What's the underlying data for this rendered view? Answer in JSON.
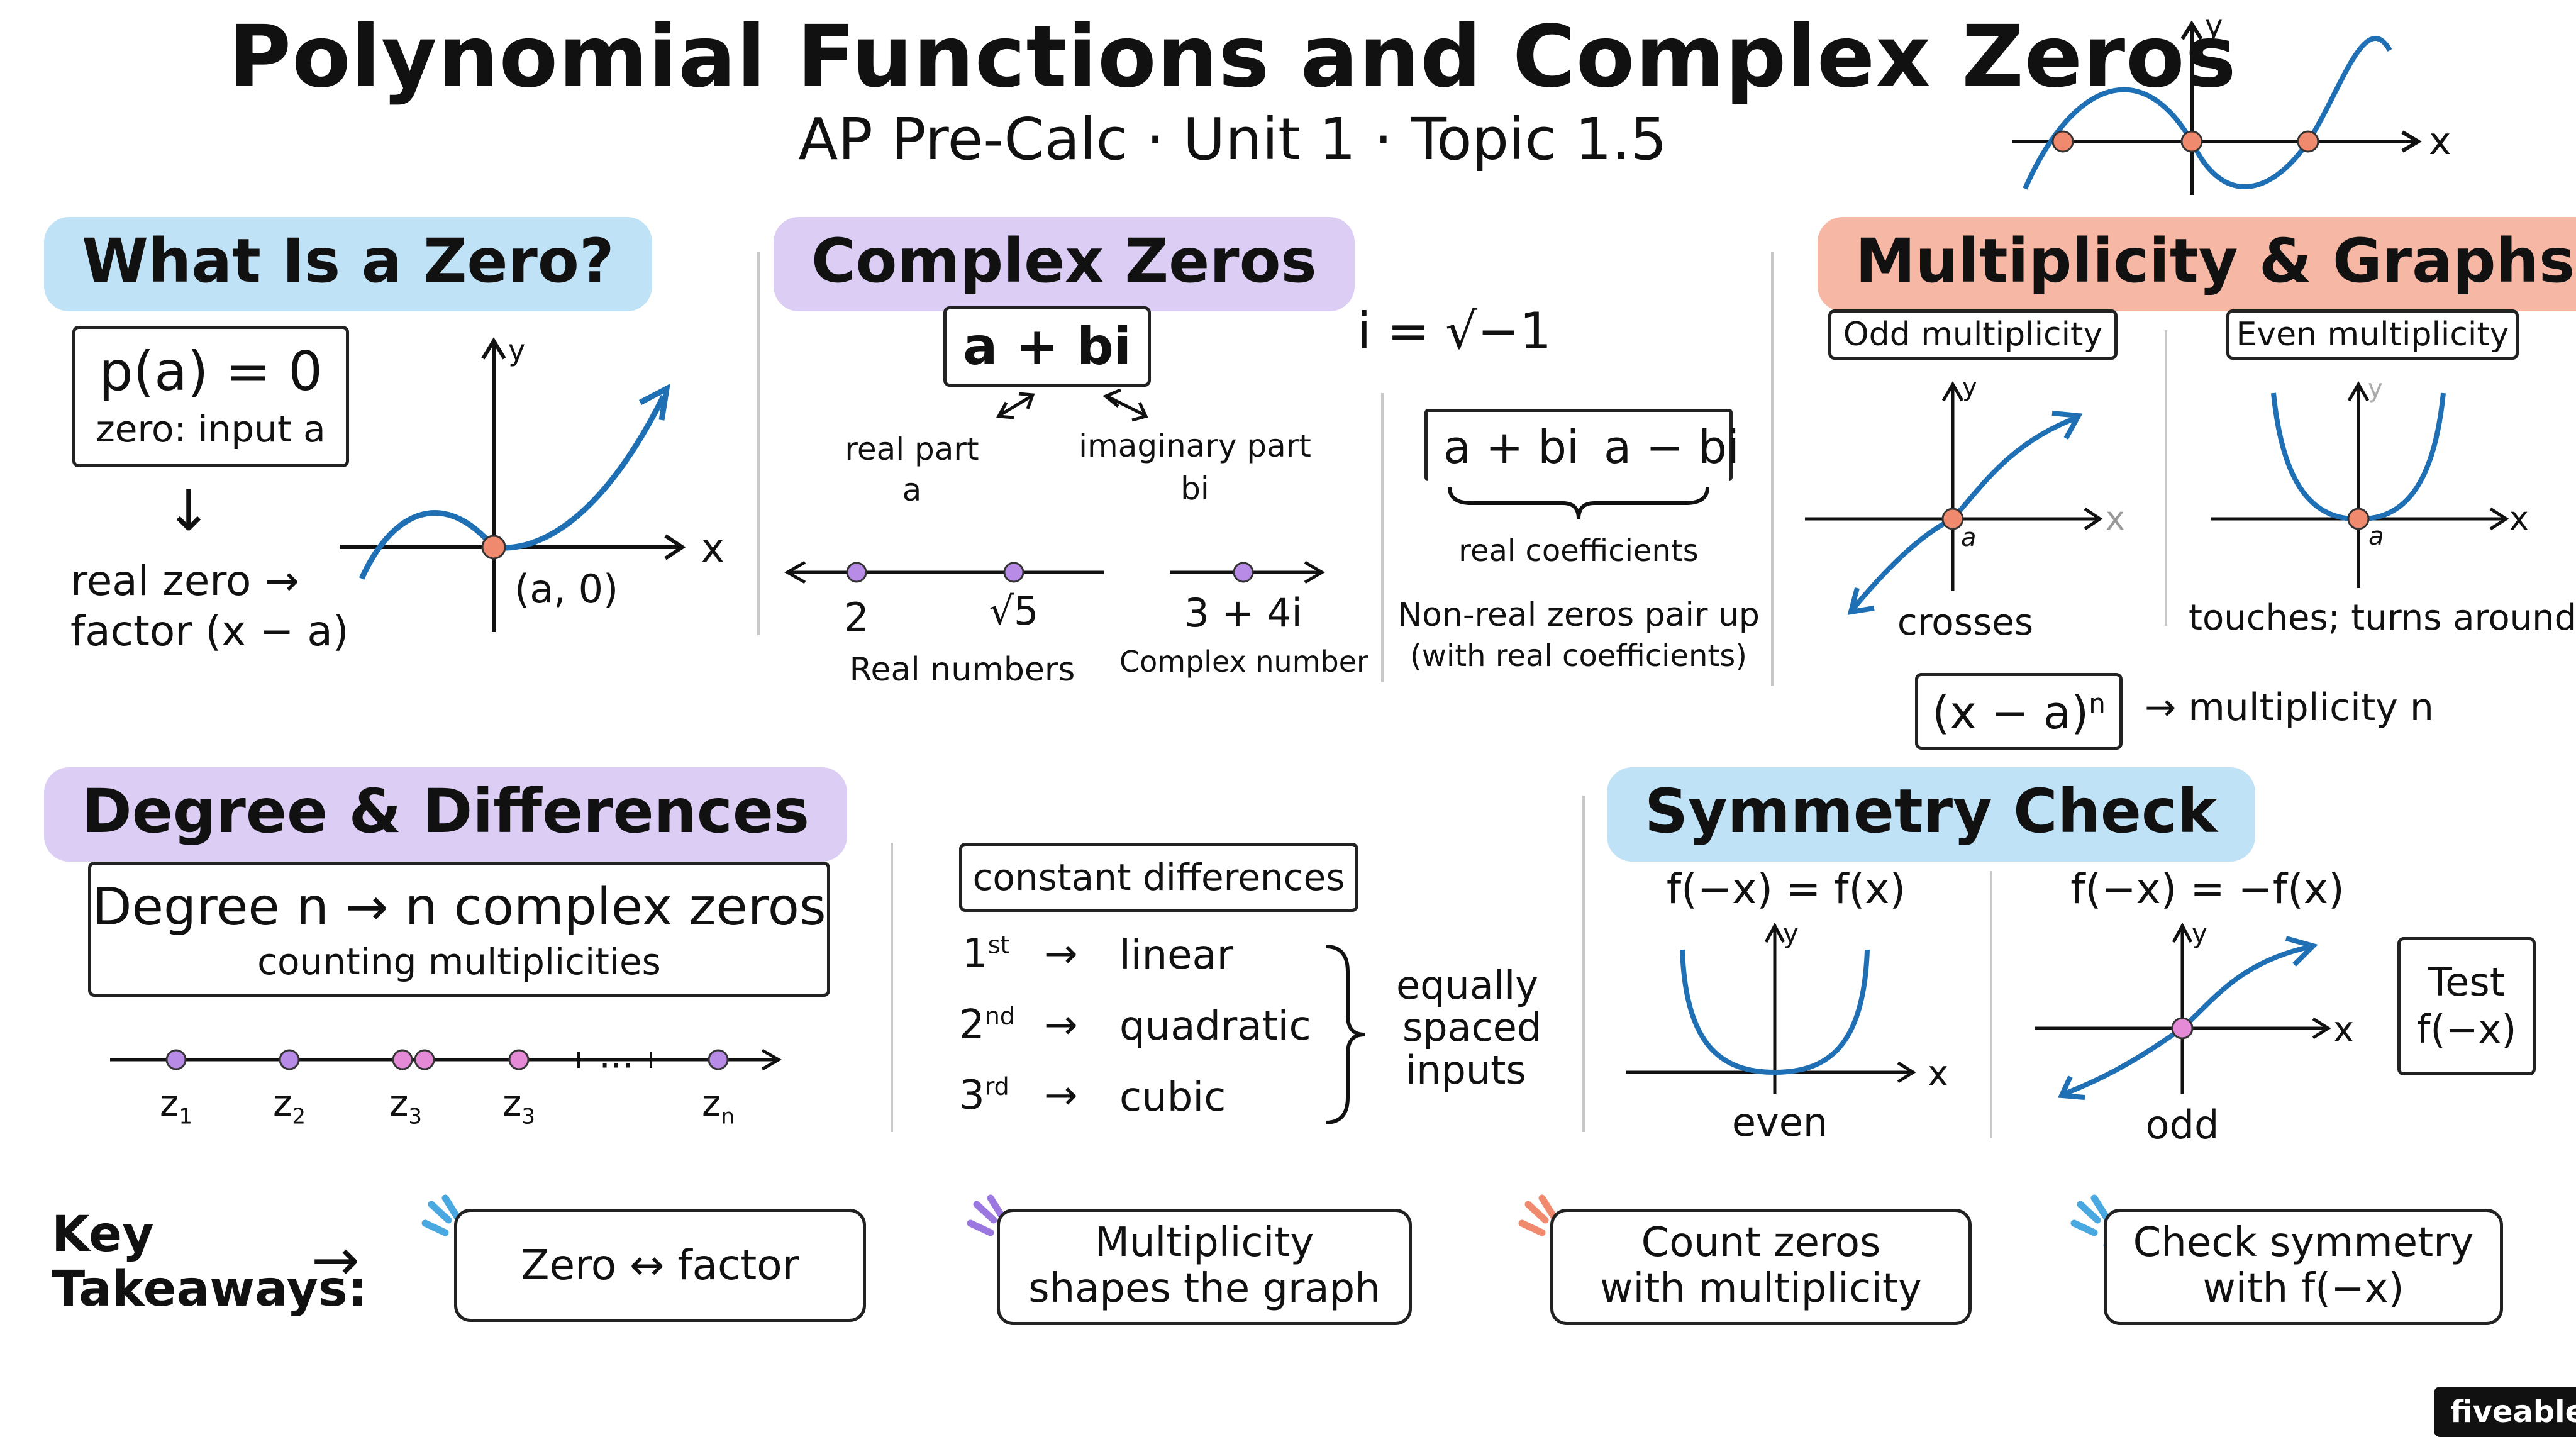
{
  "header": {
    "title": "Polynomial Functions and Complex Zeros",
    "subtitle": "AP Pre-Calc · Unit 1 · Topic 1.5",
    "graph_axis_x": "x",
    "graph_axis_y": "y"
  },
  "zero": {
    "heading": "What Is a Zero?",
    "eq": "p(a) = 0",
    "note": "zero: input a",
    "arrow": "↓",
    "real_zero_line1": "real zero →",
    "real_zero_line2": "factor (x − a)",
    "point_label": "(a, 0)",
    "axis_x": "x",
    "axis_y": "y"
  },
  "complex": {
    "heading": "Complex Zeros",
    "form": "a + bi",
    "i_def": "i = √−1",
    "real_part_label": "real part",
    "real_part_value": "a",
    "imag_part_label": "imaginary part",
    "imag_part_value": "bi",
    "points": [
      "2",
      "√5",
      "3 + 4i"
    ],
    "real_numbers_label": "Real numbers",
    "complex_number_label": "Complex number",
    "conj_a": "a + bi",
    "conj_b": "a − bi",
    "real_coeff_label": "real coefficients",
    "pair_line1": "Non-real zeros pair up",
    "pair_line2": "(with real coefficients)"
  },
  "multiplicity": {
    "heading": "Multiplicity & Graphs",
    "odd_label": "Odd multiplicity",
    "even_label": "Even multiplicity",
    "odd_caption": "crosses",
    "even_caption": "touches; turns around",
    "axis_x": "x",
    "axis_y": "y",
    "point_a": "a",
    "factor_base": "(x − a)",
    "factor_exp": "n",
    "factor_result": "→ multiplicity n"
  },
  "degree": {
    "heading": "Degree & Differences",
    "main": "Degree n → n complex zeros",
    "sub": "counting multiplicities",
    "zeros": [
      {
        "base": "z",
        "sub": "1"
      },
      {
        "base": "z",
        "sub": "2"
      },
      {
        "base": "z",
        "sub": "3"
      },
      {
        "base": "z",
        "sub": "3"
      },
      {
        "base": "z",
        "sub": "n"
      }
    ],
    "ellipsis": "···",
    "const_diff_label": "constant differences",
    "rows": [
      {
        "ord": "1",
        "sup": "st",
        "name": "linear"
      },
      {
        "ord": "2",
        "sup": "nd",
        "name": "quadratic"
      },
      {
        "ord": "3",
        "sup": "rd",
        "name": "cubic"
      }
    ],
    "row_arrow": "→",
    "brace_note_1": "equally",
    "brace_note_2": "spaced",
    "brace_note_3": "inputs"
  },
  "symmetry": {
    "heading": "Symmetry Check",
    "even_eq": "f(−x) = f(x)",
    "odd_eq": "f(−x) = −f(x)",
    "even_caption": "even",
    "odd_caption": "odd",
    "axis_x": "x",
    "axis_y": "y",
    "test_line1": "Test",
    "test_line2": "f(−x)"
  },
  "takeaways": {
    "label_line1": "Key",
    "label_line2": "Takeaways:",
    "arrow": "→",
    "items": [
      {
        "line1": "Zero ↔ factor",
        "line2": "",
        "color": "#4aa8e0"
      },
      {
        "line1": "Multiplicity",
        "line2": "shapes the graph",
        "color": "#9a78e0"
      },
      {
        "line1": "Count zeros",
        "line2": "with multiplicity",
        "color": "#f08a6e"
      },
      {
        "line1": "Check symmetry",
        "line2": "with f(−x)",
        "color": "#4aa8e0"
      }
    ]
  },
  "brand": {
    "logo": "fiveable"
  },
  "colors": {
    "curve": "#1f6fb5",
    "zero_point": "#f08a6e",
    "purple_point": "#b88be6",
    "pink_point": "#e58ad6"
  }
}
